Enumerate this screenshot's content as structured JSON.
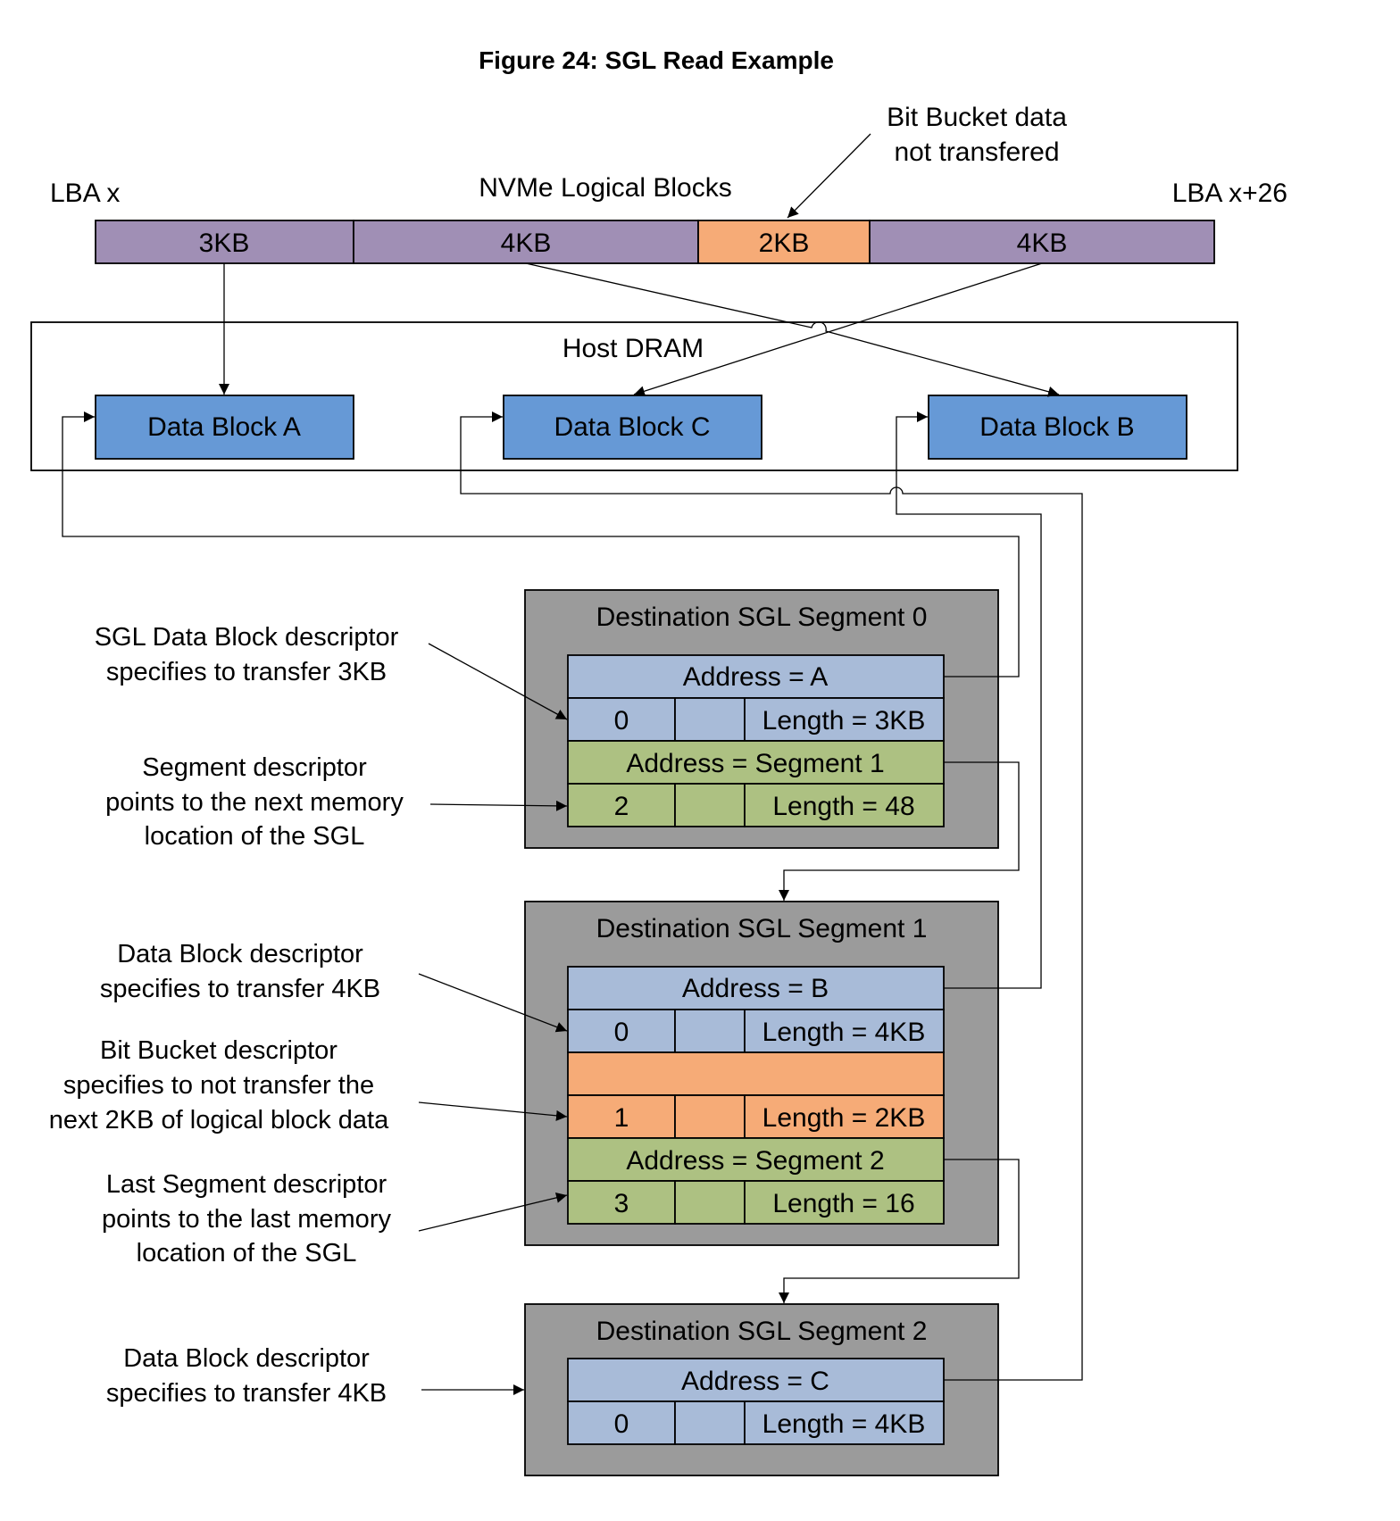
{
  "title": "Figure 24: SGL Read Example",
  "lba": {
    "start": "LBA x",
    "end": "LBA x+26",
    "heading": "NVMe Logical Blocks",
    "blocks": [
      "3KB",
      "4KB",
      "2KB",
      "4KB"
    ]
  },
  "bit_bucket_note": [
    "Bit Bucket data",
    "not transfered"
  ],
  "host": {
    "label": "Host DRAM",
    "blocks": [
      "Data Block A",
      "Data Block C",
      "Data Block B"
    ]
  },
  "segments": [
    {
      "title": "Destination SGL Segment 0",
      "rows": [
        {
          "address": "Address = A",
          "type": "0",
          "length": "Length = 3KB"
        },
        {
          "address": "Address = Segment 1",
          "type": "2",
          "length": "Length = 48"
        }
      ]
    },
    {
      "title": "Destination SGL Segment 1",
      "rows": [
        {
          "address": "Address = B",
          "type": "0",
          "length": "Length = 4KB"
        },
        {
          "address": "",
          "type": "1",
          "length": "Length = 2KB"
        },
        {
          "address": "Address = Segment 2",
          "type": "3",
          "length": "Length = 16"
        }
      ]
    },
    {
      "title": "Destination SGL Segment 2",
      "rows": [
        {
          "address": "Address = C",
          "type": "0",
          "length": "Length = 4KB"
        }
      ]
    }
  ],
  "notes": [
    [
      "SGL Data Block descriptor",
      "specifies to transfer 3KB"
    ],
    [
      "Segment descriptor",
      "points to the next memory",
      "location of the SGL"
    ],
    [
      "Data Block descriptor",
      "specifies to transfer 4KB"
    ],
    [
      "Bit Bucket descriptor",
      "specifies to not transfer the",
      "next 2KB of logical block data"
    ],
    [
      "Last Segment descriptor",
      "points to the last memory",
      "location of the SGL"
    ],
    [
      "Data Block descriptor",
      "specifies to transfer 4KB"
    ]
  ],
  "colors": {
    "lba_block": "#a08fb5",
    "bit_bucket": "#f6ab77",
    "data_block": "#6699d6",
    "address_row": "#a8bbd8",
    "segment_row": "#adc182",
    "segment_bg": "#9b9b9b"
  }
}
